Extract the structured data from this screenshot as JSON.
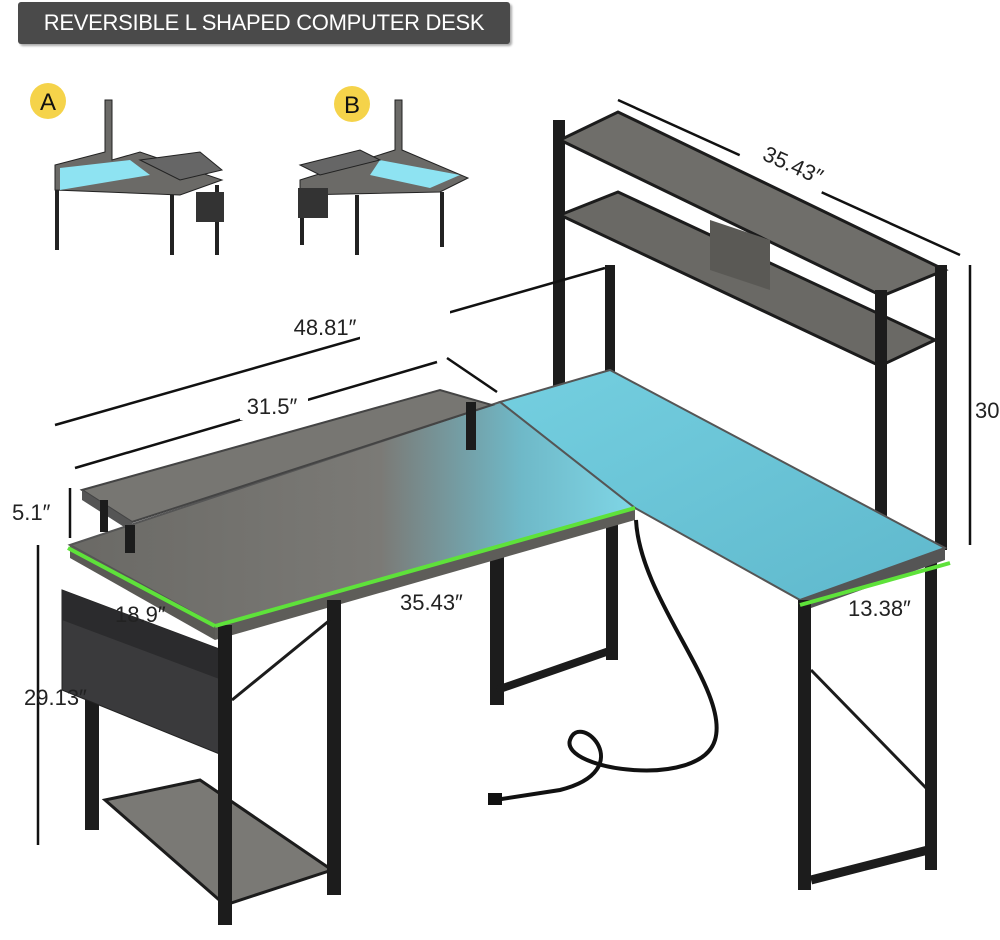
{
  "title": "REVERSIBLE L SHAPED COMPUTER DESK",
  "variants": [
    {
      "label": "A"
    },
    {
      "label": "B"
    }
  ],
  "dimensions": {
    "hutch_width": "35.43″",
    "hutch_height": "30″",
    "total_width": "48.81″",
    "stand_width": "31.5″",
    "stand_height": "5.1″",
    "desk_height": "29.13″",
    "left_depth": "18.9″",
    "main_length": "35.43″",
    "right_depth": "13.38″"
  },
  "colors": {
    "banner": "#4a4a4a",
    "badge": "#f5d34a",
    "measure_line": "#5ee23a",
    "wood": "#6e6c68",
    "led": "#6fd3e6",
    "frame": "#1c1c1c"
  }
}
